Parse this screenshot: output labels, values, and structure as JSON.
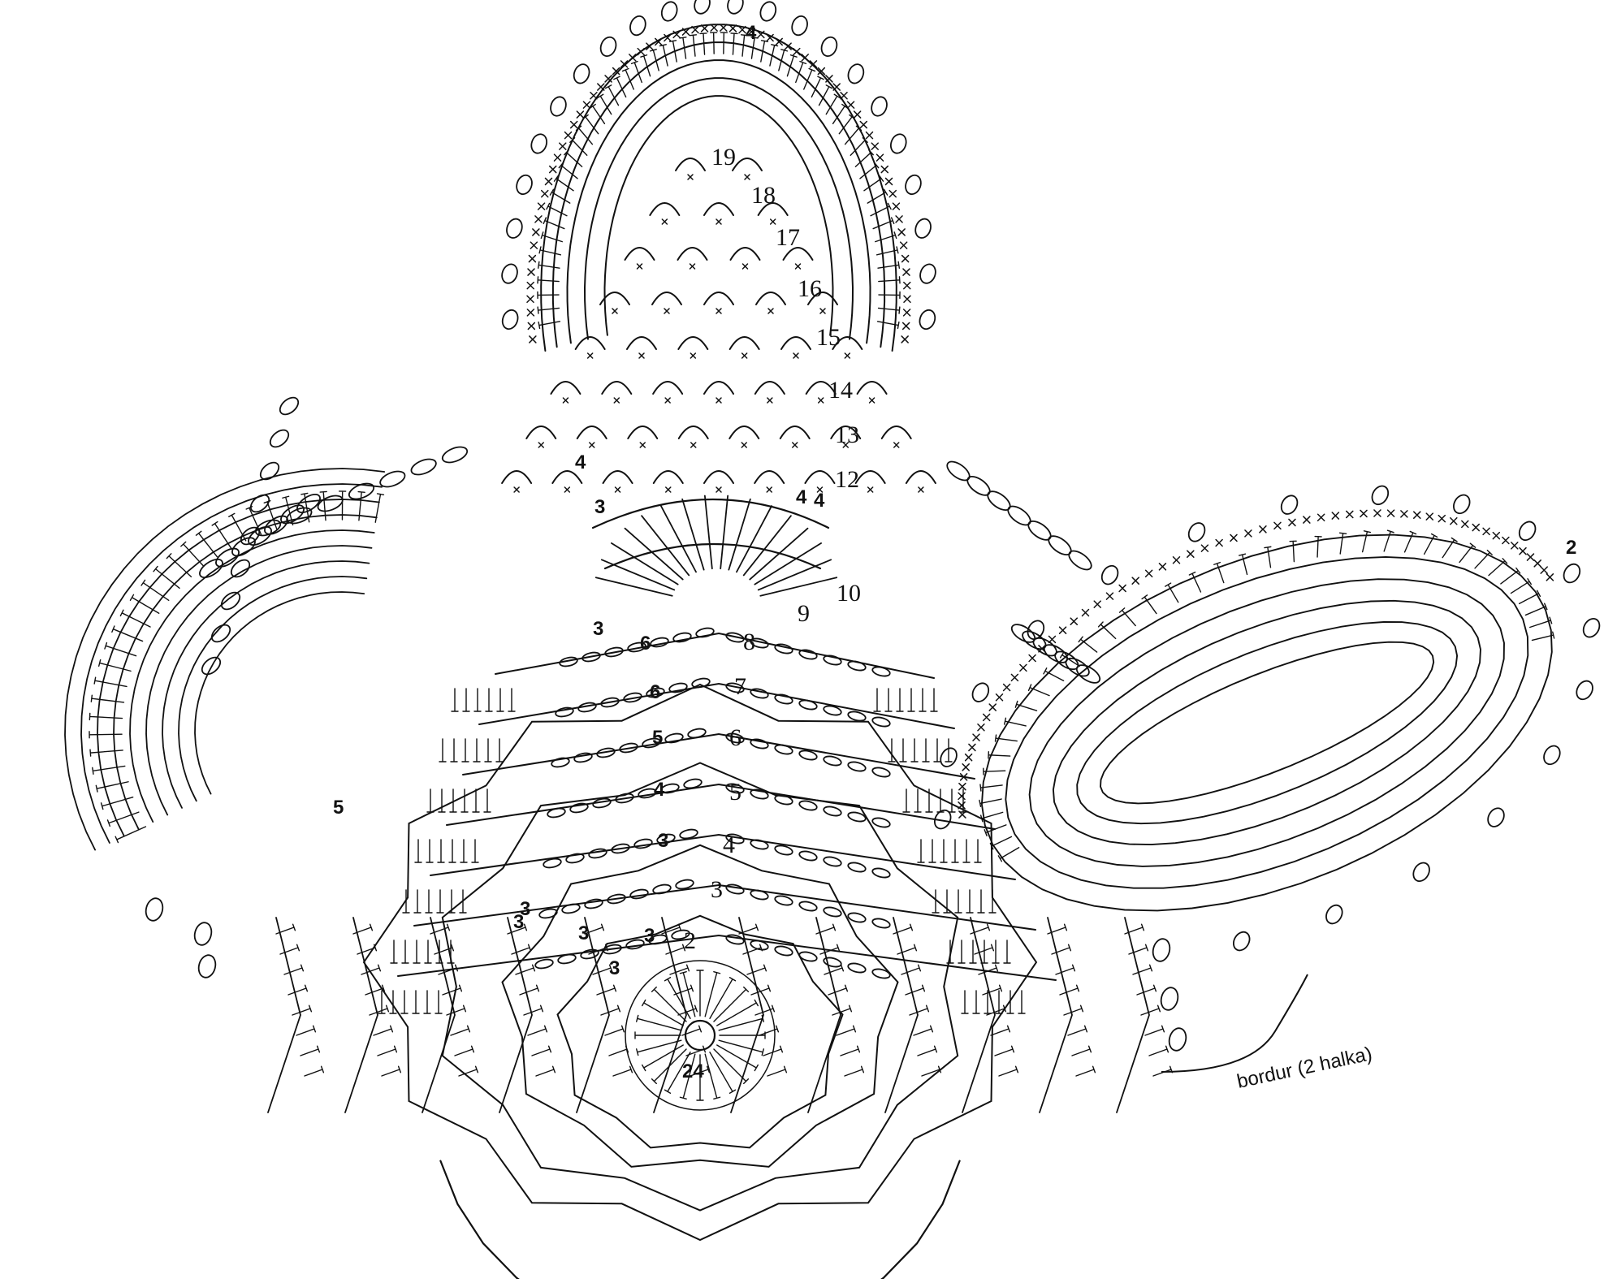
{
  "diagram": {
    "row_labels_pineapple": [
      "19",
      "18",
      "17",
      "16",
      "15",
      "14",
      "13",
      "12",
      "10",
      "9"
    ],
    "row_labels_center": [
      "8",
      "7",
      "6",
      "5",
      "4",
      "3",
      "2"
    ],
    "row_labels_chain_counts": [
      "3",
      "6",
      "6",
      "5",
      "4",
      "3",
      "3",
      "3",
      "3",
      "3",
      "3"
    ],
    "center_ring_count": "24",
    "side_labels": [
      "4",
      "4",
      "3",
      "4",
      "5",
      "2",
      "4"
    ],
    "border_label": "bordur (2 halka)"
  },
  "colors": {
    "ink": "#111111",
    "paper": "#ffffff"
  }
}
